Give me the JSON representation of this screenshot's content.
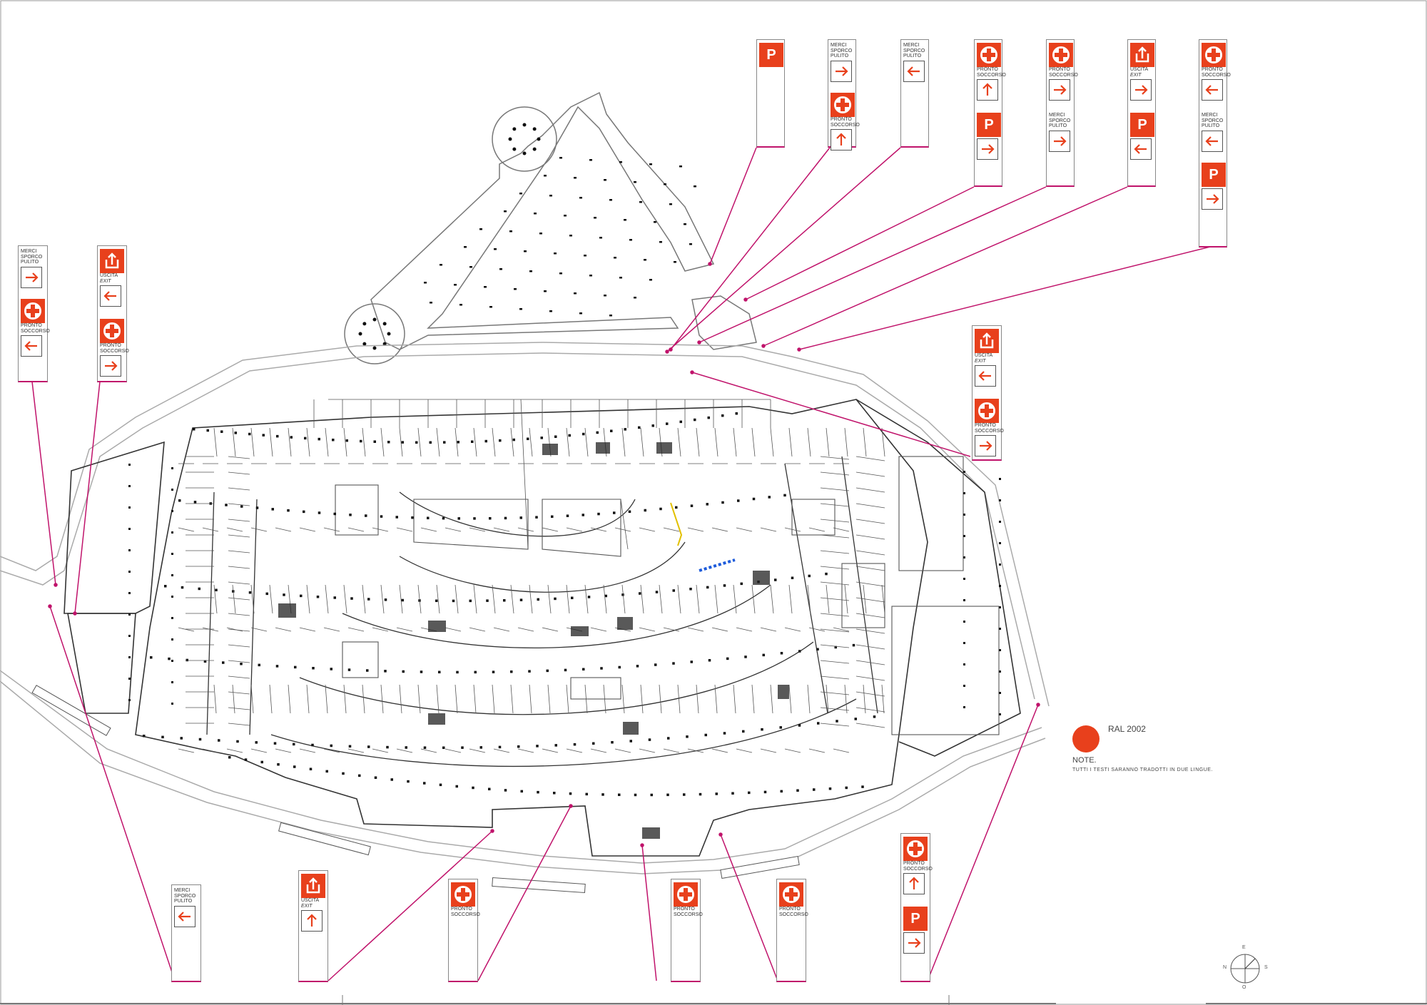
{
  "labels": {
    "pronto_soccorso": "PRONTO SOCCORSO",
    "merci": "MERCI SPORCO PULITO",
    "uscita": "USCITA",
    "exit": "EXIT",
    "parking": "P"
  },
  "legend": {
    "ral": "RAL 2002",
    "note_title": "NOTE.",
    "note_text": "TUTTI I TESTI SARANNO TRADOTTI IN DUE LINGUE.",
    "accent_color": "#e8401c",
    "leader_color": "#c0136b"
  },
  "compass": [
    "N",
    "E",
    "S",
    "O"
  ],
  "signs": [
    {
      "id": "top-1",
      "items": [
        {
          "type": "parking"
        }
      ]
    },
    {
      "id": "top-2",
      "items": [
        {
          "type": "merci",
          "dir": "right"
        },
        {
          "type": "pronto",
          "dir": "up"
        }
      ]
    },
    {
      "id": "top-3",
      "items": [
        {
          "type": "merci",
          "dir": "left"
        }
      ]
    },
    {
      "id": "top-4",
      "items": [
        {
          "type": "pronto",
          "dir": "up"
        },
        {
          "type": "parking",
          "dir": "right"
        }
      ]
    },
    {
      "id": "top-5",
      "items": [
        {
          "type": "pronto",
          "dir": "right"
        },
        {
          "type": "merci",
          "dir": "right"
        }
      ]
    },
    {
      "id": "top-6",
      "items": [
        {
          "type": "uscita",
          "dir": "right"
        },
        {
          "type": "parking",
          "dir": "left"
        }
      ]
    },
    {
      "id": "top-7",
      "items": [
        {
          "type": "pronto",
          "dir": "left"
        },
        {
          "type": "merci",
          "dir": "left"
        },
        {
          "type": "parking",
          "dir": "right"
        }
      ]
    },
    {
      "id": "right-1",
      "items": [
        {
          "type": "uscita",
          "dir": "left"
        },
        {
          "type": "pronto",
          "dir": "right"
        }
      ]
    },
    {
      "id": "left-1",
      "items": [
        {
          "type": "merci",
          "dir": "right"
        },
        {
          "type": "pronto",
          "dir": "left"
        }
      ]
    },
    {
      "id": "left-2",
      "items": [
        {
          "type": "uscita",
          "dir": "left"
        },
        {
          "type": "pronto",
          "dir": "right"
        }
      ]
    },
    {
      "id": "bottom-1",
      "items": [
        {
          "type": "merci",
          "dir": "left"
        }
      ]
    },
    {
      "id": "bottom-2",
      "items": [
        {
          "type": "uscita",
          "dir": "up"
        }
      ]
    },
    {
      "id": "bottom-3",
      "items": [
        {
          "type": "pronto"
        }
      ]
    },
    {
      "id": "bottom-4",
      "items": [
        {
          "type": "pronto"
        }
      ]
    },
    {
      "id": "bottom-5",
      "items": [
        {
          "type": "pronto"
        }
      ]
    },
    {
      "id": "bottom-6",
      "items": [
        {
          "type": "pronto",
          "dir": "up"
        },
        {
          "type": "parking",
          "dir": "right"
        }
      ]
    }
  ]
}
